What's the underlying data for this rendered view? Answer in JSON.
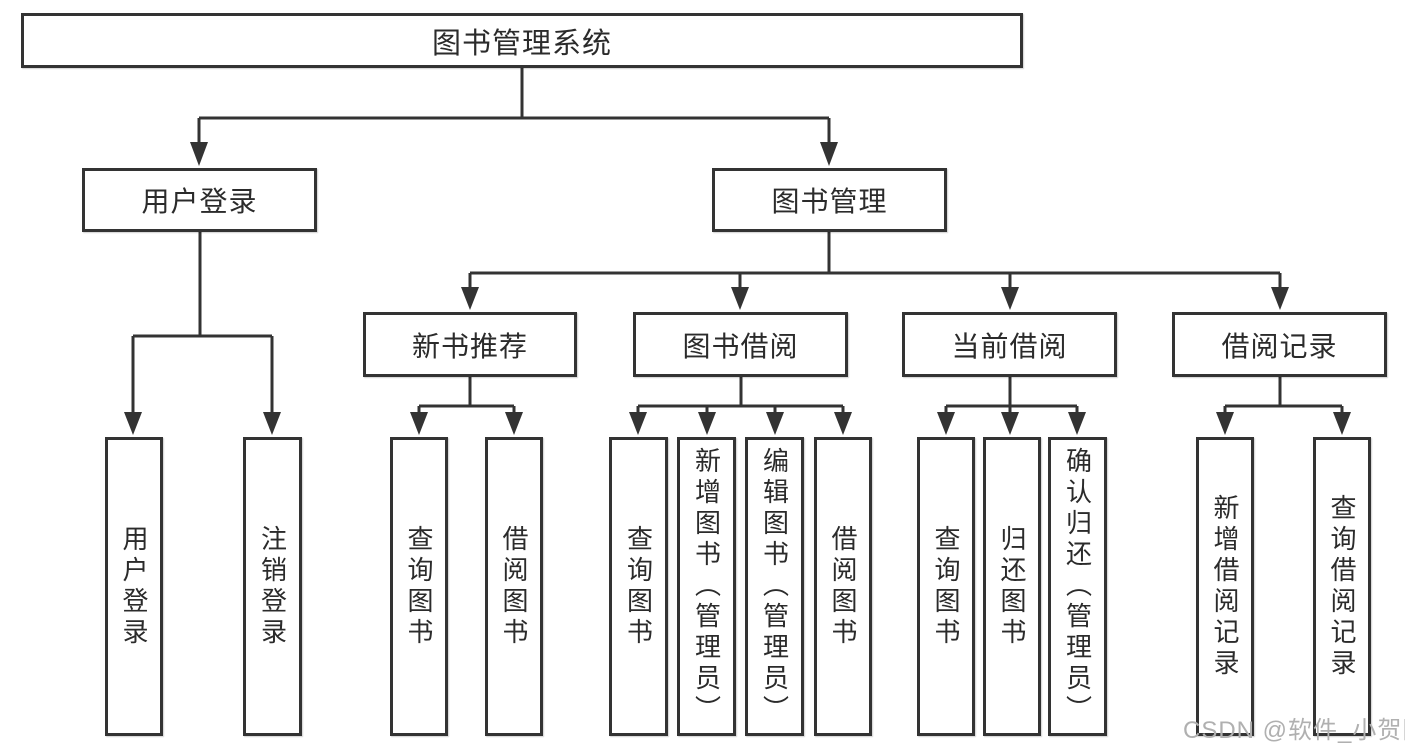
{
  "diagram_title": "图书管理系统",
  "tree": {
    "label": "图书管理系统",
    "children": [
      {
        "label": "用户登录",
        "children": [
          {
            "label": "用户登录"
          },
          {
            "label": "注销登录"
          }
        ]
      },
      {
        "label": "图书管理",
        "children": [
          {
            "label": "新书推荐",
            "children": [
              {
                "label": "查询图书"
              },
              {
                "label": "借阅图书"
              }
            ]
          },
          {
            "label": "图书借阅",
            "children": [
              {
                "label": "查询图书"
              },
              {
                "label": "新增图书（管理员）"
              },
              {
                "label": "编辑图书（管理员）"
              },
              {
                "label": "借阅图书"
              }
            ]
          },
          {
            "label": "当前借阅",
            "children": [
              {
                "label": "查询图书"
              },
              {
                "label": "归还图书"
              },
              {
                "label": "确认归还（管理员）"
              }
            ]
          },
          {
            "label": "借阅记录",
            "children": [
              {
                "label": "新增借阅记录"
              },
              {
                "label": "查询借阅记录"
              }
            ]
          }
        ]
      }
    ]
  },
  "watermark": {
    "text": "CSDN @软件_小贺同学"
  },
  "colors": {
    "line": "#333333",
    "text": "#2b2b2b",
    "watermark": "#b0b0b0",
    "background": "#ffffff"
  }
}
